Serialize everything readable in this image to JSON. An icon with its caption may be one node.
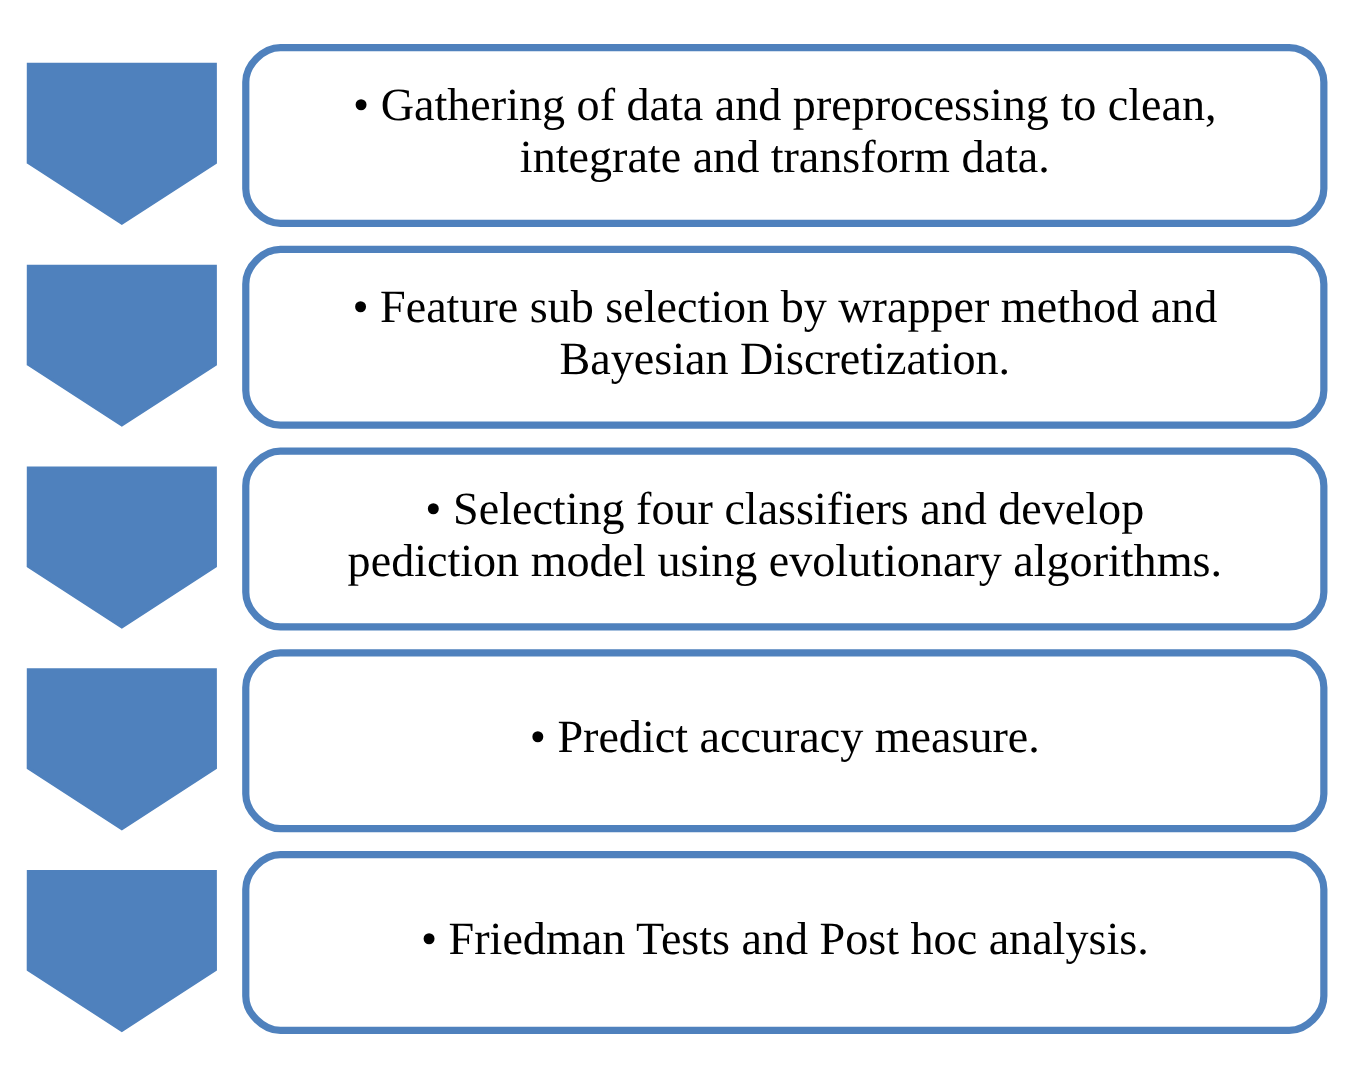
{
  "diagram": {
    "nodes": [
      {
        "text": [],
        "shape": "chevron"
      },
      {
        "text": [
          "• Gathering of data and preprocessing to clean, integrate and transform data."
        ]
      },
      {
        "text": [],
        "shape": "chevron"
      },
      {
        "text": [
          "• Feature sub selection by wrapper method and Bayesian Discretization."
        ]
      },
      {
        "text": [],
        "shape": "chevron"
      },
      {
        "text": [
          "• Selecting four classifiers and develop pediction model using evolutionary algorithms."
        ]
      },
      {
        "text": [],
        "shape": "chevron"
      },
      {
        "text": [
          "• Predict accuracy measure."
        ]
      },
      {
        "text": [],
        "shape": "chevron"
      },
      {
        "text": [
          "• Friedman Tests and Post hoc analysis."
        ]
      }
    ],
    "edges": []
  }
}
